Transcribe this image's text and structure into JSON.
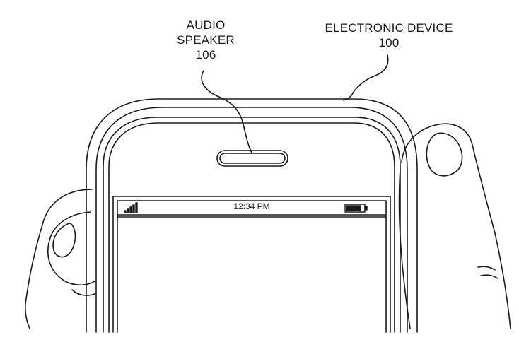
{
  "labels": {
    "audio_speaker": {
      "line1": "AUDIO",
      "line2": "SPEAKER",
      "ref": "106"
    },
    "electronic_device": {
      "line1": "ELECTRONIC DEVICE",
      "ref": "100"
    }
  },
  "status_bar": {
    "time": "12:34 PM",
    "signal_icon": "signal-bars-icon",
    "battery_icon": "battery-icon"
  },
  "colors": {
    "line": "#1a1a1a",
    "background": "#ffffff"
  }
}
